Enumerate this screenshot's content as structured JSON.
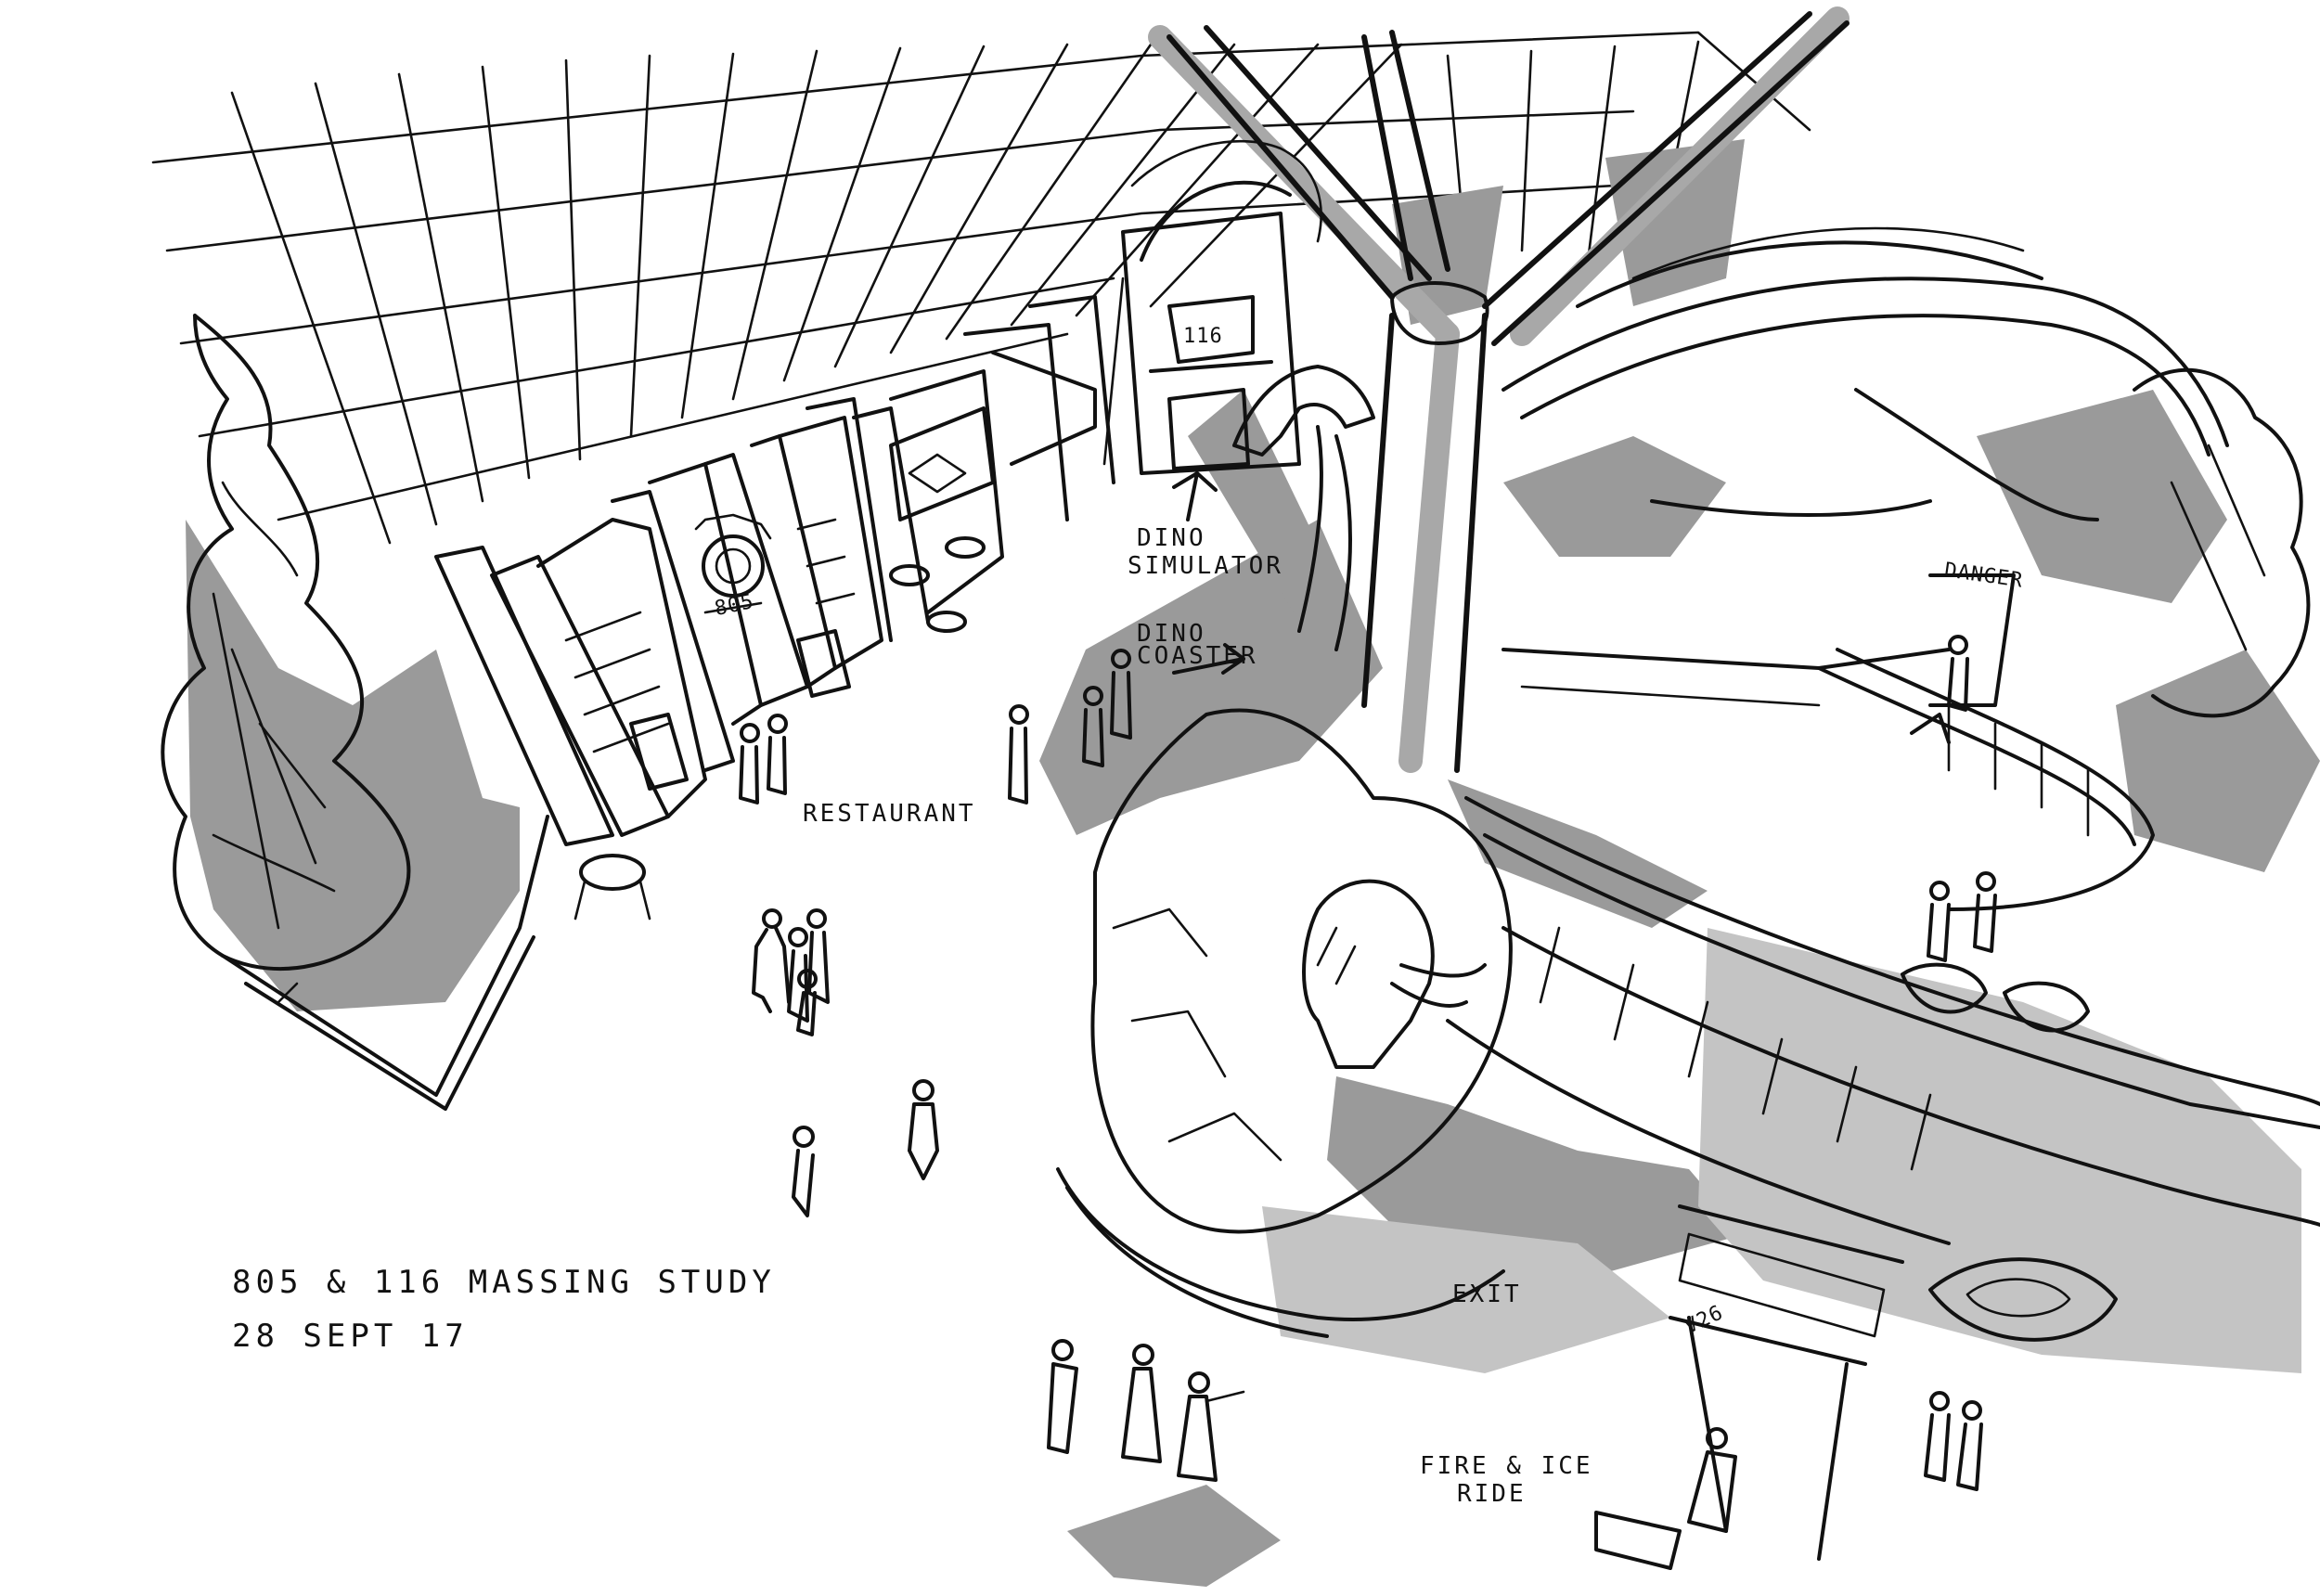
{
  "title_block": {
    "title": "805 & 116 MASSING STUDY",
    "date": "28 SEPT 17"
  },
  "labels": {
    "dino_simulator": [
      "DINO",
      "SIMULATOR"
    ],
    "dino_coaster": [
      "DINO",
      "COASTER"
    ],
    "restaurant": "RESTAURANT",
    "exit": "EXIT",
    "fire_ice_ride": [
      "FIRE & ICE",
      "RIDE"
    ],
    "danger": "DANGER"
  },
  "signage": {
    "gate_116": "116",
    "storefront_805": "805",
    "ride_sign": "V26"
  },
  "colors": {
    "ink": "#111111",
    "marker_grey": "#9a9a9a",
    "paper": "#ffffff"
  }
}
